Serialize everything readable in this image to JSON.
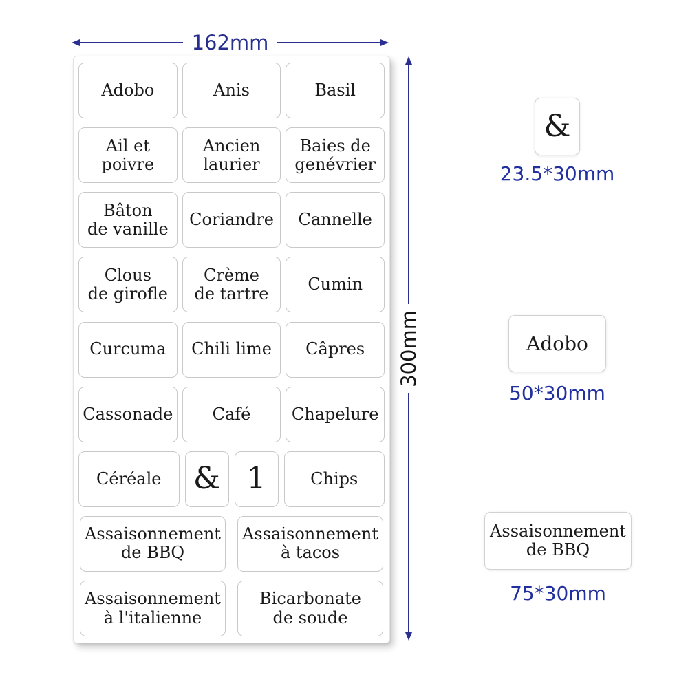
{
  "colors": {
    "dimension_arrow": "#2c2f92",
    "width_text": "#272e8d",
    "height_text": "#151515",
    "size_text": "#21309e",
    "label_border": "#c9c9c9",
    "label_text": "#1a1a1a",
    "background": "#ffffff"
  },
  "sheet": {
    "width_label": "162mm",
    "height_label": "300mm",
    "rows": [
      {
        "type": "three",
        "cells": [
          {
            "lines": [
              "Adobo"
            ]
          },
          {
            "lines": [
              "Anis"
            ]
          },
          {
            "lines": [
              "Basil"
            ]
          }
        ]
      },
      {
        "type": "three",
        "cells": [
          {
            "lines": [
              "Ail et",
              "poivre"
            ]
          },
          {
            "lines": [
              "Ancien",
              "laurier"
            ]
          },
          {
            "lines": [
              "Baies de",
              "genévrier"
            ]
          }
        ]
      },
      {
        "type": "three",
        "cells": [
          {
            "lines": [
              "Bâton",
              "de vanille"
            ]
          },
          {
            "lines": [
              "Coriandre"
            ]
          },
          {
            "lines": [
              "Cannelle"
            ]
          }
        ]
      },
      {
        "type": "three",
        "cells": [
          {
            "lines": [
              "Clous",
              "de girofle"
            ]
          },
          {
            "lines": [
              "Crème",
              "de tartre"
            ]
          },
          {
            "lines": [
              "Cumin"
            ]
          }
        ]
      },
      {
        "type": "three",
        "cells": [
          {
            "lines": [
              "Curcuma"
            ]
          },
          {
            "lines": [
              "Chili lime"
            ]
          },
          {
            "lines": [
              "Câpres"
            ]
          }
        ]
      },
      {
        "type": "three",
        "cells": [
          {
            "lines": [
              "Cassonade"
            ]
          },
          {
            "lines": [
              "Café"
            ]
          },
          {
            "lines": [
              "Chapelure"
            ]
          }
        ]
      },
      {
        "type": "mixed",
        "cells": [
          {
            "lines": [
              "Céréale"
            ]
          },
          {
            "lines": [
              "&"
            ],
            "small": true,
            "big_glyph": true
          },
          {
            "lines": [
              "1"
            ],
            "small": true,
            "big_glyph": true
          },
          {
            "lines": [
              "Chips"
            ]
          }
        ]
      },
      {
        "type": "two",
        "cells": [
          {
            "lines": [
              "Assaisonnement",
              "de BBQ"
            ]
          },
          {
            "lines": [
              "Assaisonnement",
              "à tacos"
            ]
          }
        ]
      },
      {
        "type": "two",
        "cells": [
          {
            "lines": [
              "Assaisonnement",
              "à l'italienne"
            ]
          },
          {
            "lines": [
              "Bicarbonate",
              "de soude"
            ]
          }
        ]
      }
    ]
  },
  "samples": [
    {
      "variant": "small",
      "big_glyph": true,
      "label_lines": [
        "&"
      ],
      "size": "23.5*30mm"
    },
    {
      "variant": "medium",
      "big_glyph": false,
      "label_lines": [
        "Adobo"
      ],
      "size": "50*30mm"
    },
    {
      "variant": "large",
      "big_glyph": false,
      "label_lines": [
        "Assaisonnement",
        "de BBQ"
      ],
      "size": "75*30mm"
    }
  ]
}
